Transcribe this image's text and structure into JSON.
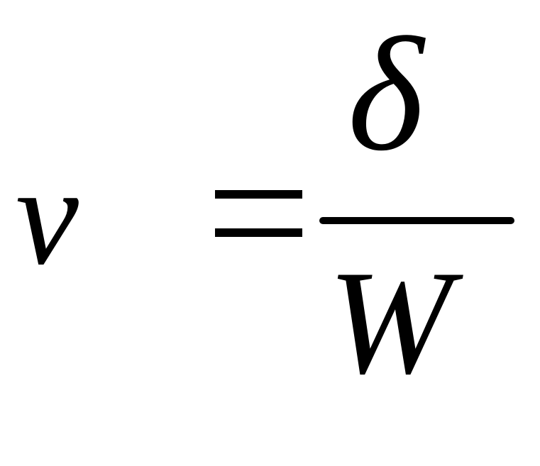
{
  "equation": {
    "lhs": "ν",
    "operator": "=",
    "numerator": "δ",
    "denominator": "W"
  }
}
